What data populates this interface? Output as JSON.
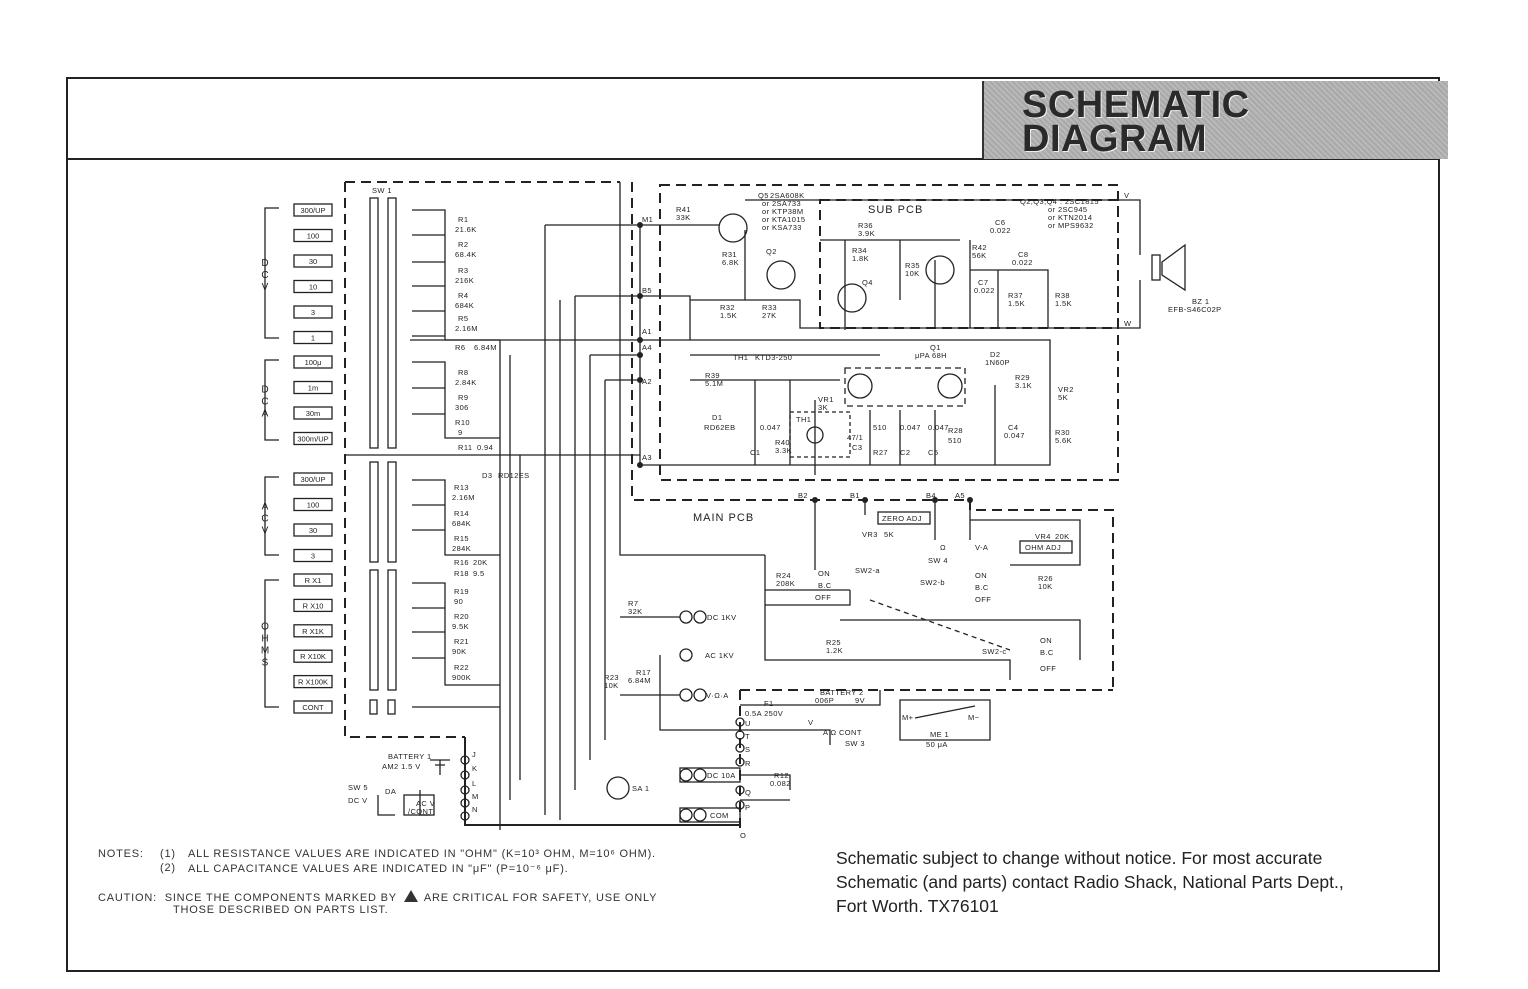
{
  "title": {
    "line1": "SCHEMATIC",
    "line2": "DIAGRAM"
  },
  "notes": {
    "label": "NOTES:",
    "items": [
      {
        "num": "(1)",
        "text": "ALL RESISTANCE VALUES ARE INDICATED IN \"OHM\" (K=10³ OHM, M=10⁶ OHM)."
      },
      {
        "num": "(2)",
        "text": "ALL CAPACITANCE VALUES ARE INDICATED IN \"μF\" (P=10⁻⁶ μF)."
      }
    ]
  },
  "caution": {
    "label": "CAUTION:",
    "line1_a": "SINCE THE COMPONENTS MARKED BY",
    "line1_b": "ARE CRITICAL FOR SAFETY, USE ONLY",
    "line2": "THOSE DESCRIBED ON PARTS LIST."
  },
  "disclaimer": {
    "line1": "Schematic subject to change without notice. For most accurate",
    "line2": "Schematic (and parts) contact Radio Shack,  National Parts Dept.,",
    "line3": "Fort Worth. TX76101"
  },
  "range_groups": [
    {
      "name": "D C V",
      "buttons": [
        "300/UP",
        "100",
        "30",
        "10",
        "3",
        "1"
      ]
    },
    {
      "name": "D C A",
      "buttons": [
        "100μ",
        "1m",
        "30m",
        "300m/UP"
      ]
    },
    {
      "name": "A C V",
      "buttons": [
        "300/UP",
        "100",
        "30",
        "3"
      ]
    },
    {
      "name": "O H M S",
      "buttons": [
        "R X1",
        "R X10",
        "R X1K",
        "R X10K",
        "R X100K",
        "CONT"
      ]
    }
  ],
  "switch_label": "SW 1",
  "boards": {
    "sub": "SUB PCB",
    "main": "MAIN PCB"
  },
  "resistors_left": [
    {
      "ref": "R1",
      "val": "21.6K"
    },
    {
      "ref": "R2",
      "val": "68.4K"
    },
    {
      "ref": "R3",
      "val": "216K"
    },
    {
      "ref": "R4",
      "val": "684K"
    },
    {
      "ref": "R5",
      "val": "2.16M"
    },
    {
      "ref": "R6",
      "val": "6.84M"
    },
    {
      "ref": "R8",
      "val": "2.84K"
    },
    {
      "ref": "R9",
      "val": "306"
    },
    {
      "ref": "R10",
      "val": "9"
    },
    {
      "ref": "R11",
      "val": "0.94"
    },
    {
      "ref": "R13",
      "val": "2.16M"
    },
    {
      "ref": "R14",
      "val": "684K"
    },
    {
      "ref": "R15",
      "val": "284K"
    },
    {
      "ref": "R16",
      "val": "20K"
    },
    {
      "ref": "R18",
      "val": "9.5"
    },
    {
      "ref": "R19",
      "val": "90"
    },
    {
      "ref": "R20",
      "val": "9.5K"
    },
    {
      "ref": "R21",
      "val": "90K"
    },
    {
      "ref": "R22",
      "val": "900K"
    }
  ],
  "diode_d3": {
    "ref": "D3",
    "part": "RD12ES"
  },
  "transistors": {
    "q5": {
      "ref": "Q5",
      "parts": [
        "2SA608K",
        "or 2SA733",
        "or KTP38M",
        "or KTA1015",
        "or KSA733"
      ]
    },
    "q234": {
      "refs": "Q2,Q3,Q4 : 2SC1815",
      "parts": [
        "or 2SC945",
        "or KTN2014",
        "or MPS9632"
      ]
    },
    "q1": {
      "ref": "Q1",
      "part": "μPA 68H"
    }
  },
  "sub_pcb_parts": [
    {
      "ref": "R41",
      "val": "33K"
    },
    {
      "ref": "R31",
      "val": "6.8K"
    },
    {
      "ref": "R32",
      "val": "1.5K"
    },
    {
      "ref": "R33",
      "val": "27K"
    },
    {
      "ref": "R36",
      "val": "3.9K"
    },
    {
      "ref": "R34",
      "val": "1.8K"
    },
    {
      "ref": "R35",
      "val": "10K"
    },
    {
      "ref": "R42",
      "val": "56K"
    },
    {
      "ref": "C6",
      "val": "0.022"
    },
    {
      "ref": "C7",
      "val": "0.022"
    },
    {
      "ref": "C8",
      "val": "0.022"
    },
    {
      "ref": "R37",
      "val": "1.5K"
    },
    {
      "ref": "R38",
      "val": "1.5K"
    },
    {
      "ref": "Q2",
      "val": ""
    },
    {
      "ref": "Q3",
      "val": ""
    },
    {
      "ref": "Q4",
      "val": ""
    }
  ],
  "buzzer": {
    "ref": "BZ 1",
    "part": "EFB-S46C02P"
  },
  "main_pcb_parts": [
    {
      "ref": "TH1",
      "val": "KTD3-250"
    },
    {
      "ref": "D2",
      "val": "1N60P"
    },
    {
      "ref": "R39",
      "val": "5.1M"
    },
    {
      "ref": "D1",
      "val": "RD62EB"
    },
    {
      "ref": "C1",
      "val": "0.047"
    },
    {
      "ref": "R40",
      "val": "3.3K"
    },
    {
      "ref": "VR1",
      "val": "3K"
    },
    {
      "ref": "C3",
      "val": "47/1"
    },
    {
      "ref": "R27",
      "val": "510"
    },
    {
      "ref": "C2",
      "val": "0.047"
    },
    {
      "ref": "C5",
      "val": "0.047"
    },
    {
      "ref": "R28",
      "val": "510"
    },
    {
      "ref": "R29",
      "val": "3.1K"
    },
    {
      "ref": "VR2",
      "val": "5K"
    },
    {
      "ref": "C4",
      "val": "0.047"
    },
    {
      "ref": "R30",
      "val": "5.6K"
    }
  ],
  "nodes": [
    "M1",
    "B5",
    "A1",
    "A4",
    "A2",
    "A3",
    "B2",
    "B1",
    "B4",
    "A5"
  ],
  "adjust": {
    "zero": {
      "label": "ZERO ADJ",
      "ref": "VR3",
      "val": "5K"
    },
    "ohm": {
      "label": "OHM ADJ",
      "ref": "VR4",
      "val": "20K"
    },
    "sw4": {
      "ref": "SW 4",
      "pos": [
        "Ω",
        "V-A"
      ]
    }
  },
  "switch2": {
    "a": "SW2-a",
    "b": "SW2-b",
    "c": "SW2-c",
    "pos": [
      "ON",
      "B.C",
      "OFF"
    ]
  },
  "lower_parts": [
    {
      "ref": "R24",
      "val": "208K"
    },
    {
      "ref": "R25",
      "val": "1.2K"
    },
    {
      "ref": "R26",
      "val": "10K"
    },
    {
      "ref": "R7",
      "val": "32K"
    },
    {
      "ref": "R17",
      "val": "6.84M"
    },
    {
      "ref": "R23",
      "val": "10K"
    },
    {
      "ref": "R12",
      "val": "0.082"
    }
  ],
  "jacks": [
    "DC 1KV",
    "AC 1KV",
    "V·Ω·A",
    "DC 10A",
    "COM"
  ],
  "fuse": {
    "ref": "F1",
    "val": "0.5A 250V"
  },
  "battery2": {
    "ref": "BATTERY 2",
    "part": "006P",
    "volt": "9V"
  },
  "battery1": {
    "ref": "BATTERY 1",
    "part": "AM2 1.5 V"
  },
  "meter": {
    "ref": "ME 1",
    "val": "50 μA",
    "plus": "M+",
    "minus": "M−"
  },
  "sw3": {
    "ref": "SW 3",
    "v": "V",
    "ohm": "A Ω CONT"
  },
  "sw5": {
    "ref": "SW 5",
    "pos": [
      "DC V",
      "DA",
      "AC V",
      "/CONT"
    ]
  },
  "sa1": "SA 1",
  "connectors": [
    "J",
    "K",
    "L",
    "M",
    "N",
    "O",
    "P",
    "Q",
    "R",
    "S",
    "T",
    "U"
  ],
  "ps_terms": {
    "v": "V",
    "w": "W"
  }
}
